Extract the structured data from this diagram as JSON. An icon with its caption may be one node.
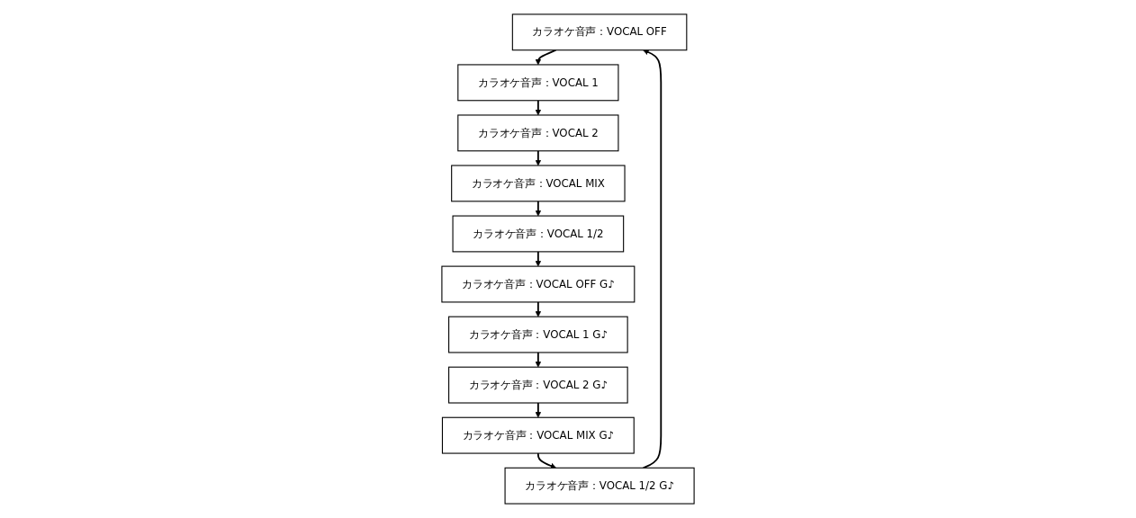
{
  "diagram": {
    "nodes": [
      {
        "text": [
          "カラオケ音声：VOCAL OFF"
        ]
      },
      {
        "text": [
          "カラオケ音声：VOCAL 1"
        ]
      },
      {
        "text": [
          "カラオケ音声：VOCAL 2"
        ]
      },
      {
        "text": [
          "カラオケ音声：VOCAL 1/2 G♪"
        ]
      },
      {
        "text": [
          "カラオケ音声：VOCAL MIX"
        ]
      },
      {
        "text": [
          "カラオケ音声：VOCAL MIX G♪"
        ]
      },
      {
        "text": [
          "カラオケ音声：VOCAL 1/2"
        ]
      },
      {
        "text": [
          "カラオケ音声：VOCAL 2 G♪"
        ]
      },
      {
        "text": [
          "カラオケ音声：VOCAL 1 G♪"
        ]
      },
      {
        "text": [
          "カラオケ音声：VOCAL OFF G♪"
        ]
      }
    ],
    "edges": [
      {
        "from": 0,
        "to": 1,
        "arrow": "to"
      },
      {
        "from": 1,
        "to": 2,
        "arrow": "to"
      },
      {
        "from": 2,
        "to": 4,
        "arrow": "to"
      },
      {
        "from": 4,
        "to": 6,
        "arrow": "to"
      },
      {
        "from": 6,
        "to": 9,
        "arrow": "to"
      },
      {
        "from": 9,
        "to": 8,
        "arrow": "to"
      },
      {
        "from": 8,
        "to": 7,
        "arrow": "to"
      },
      {
        "from": 7,
        "to": 5,
        "arrow": "to"
      },
      {
        "from": 5,
        "to": 3,
        "arrow": "to"
      },
      {
        "from": 3,
        "to": 0,
        "arrow": "to"
      }
    ]
  }
}
